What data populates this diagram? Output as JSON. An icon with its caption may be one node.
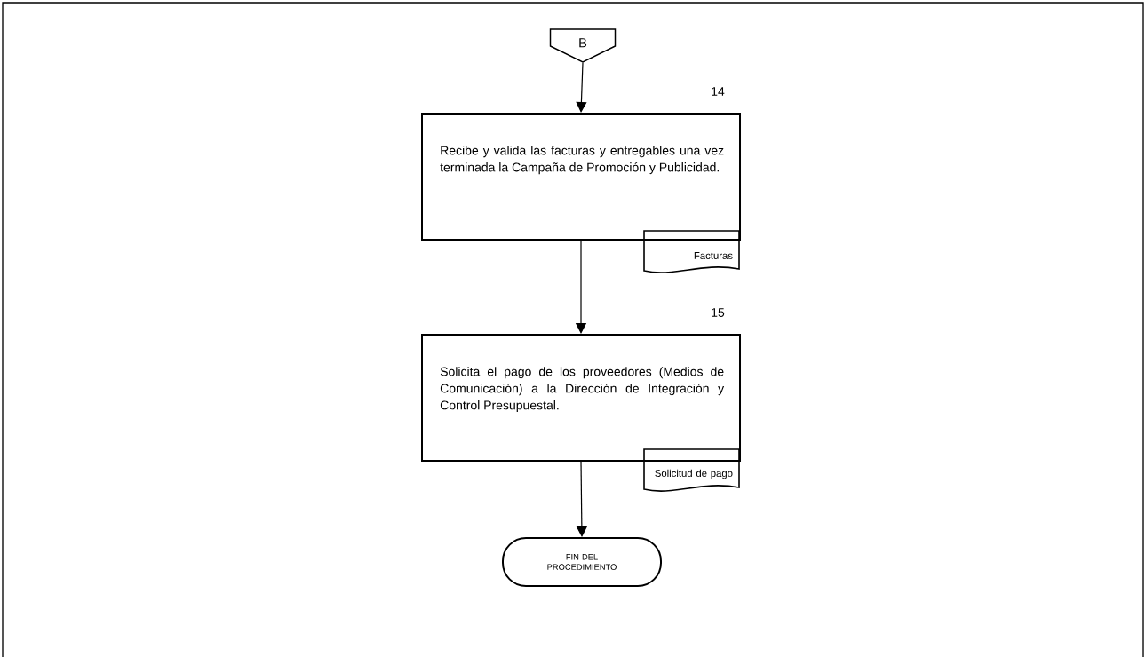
{
  "diagram": {
    "nodes": [
      {
        "text": [
          "B"
        ]
      },
      {
        "text": [
          "Recibe y valida las facturas y entregables una vez terminada la Campaña de Promoción y Publicidad."
        ],
        "beside": [
          "14"
        ]
      },
      {
        "text": [
          "Facturas"
        ]
      },
      {
        "text": [
          "Solicita el pago de los proveedores (Medios de Comunicación) a la Dirección de Integración y Control Presupuestal."
        ],
        "beside": [
          "15"
        ]
      },
      {
        "text": [
          "Solicitud de pago"
        ]
      },
      {
        "text": [
          "FIN DEL PROCEDIMIENTO"
        ]
      }
    ],
    "edges": [
      {
        "from": 0,
        "to": 1,
        "arrow": "to"
      },
      {
        "from": 1,
        "to": 3,
        "arrow": "to"
      },
      {
        "from": 3,
        "to": 5,
        "arrow": "to"
      }
    ]
  }
}
